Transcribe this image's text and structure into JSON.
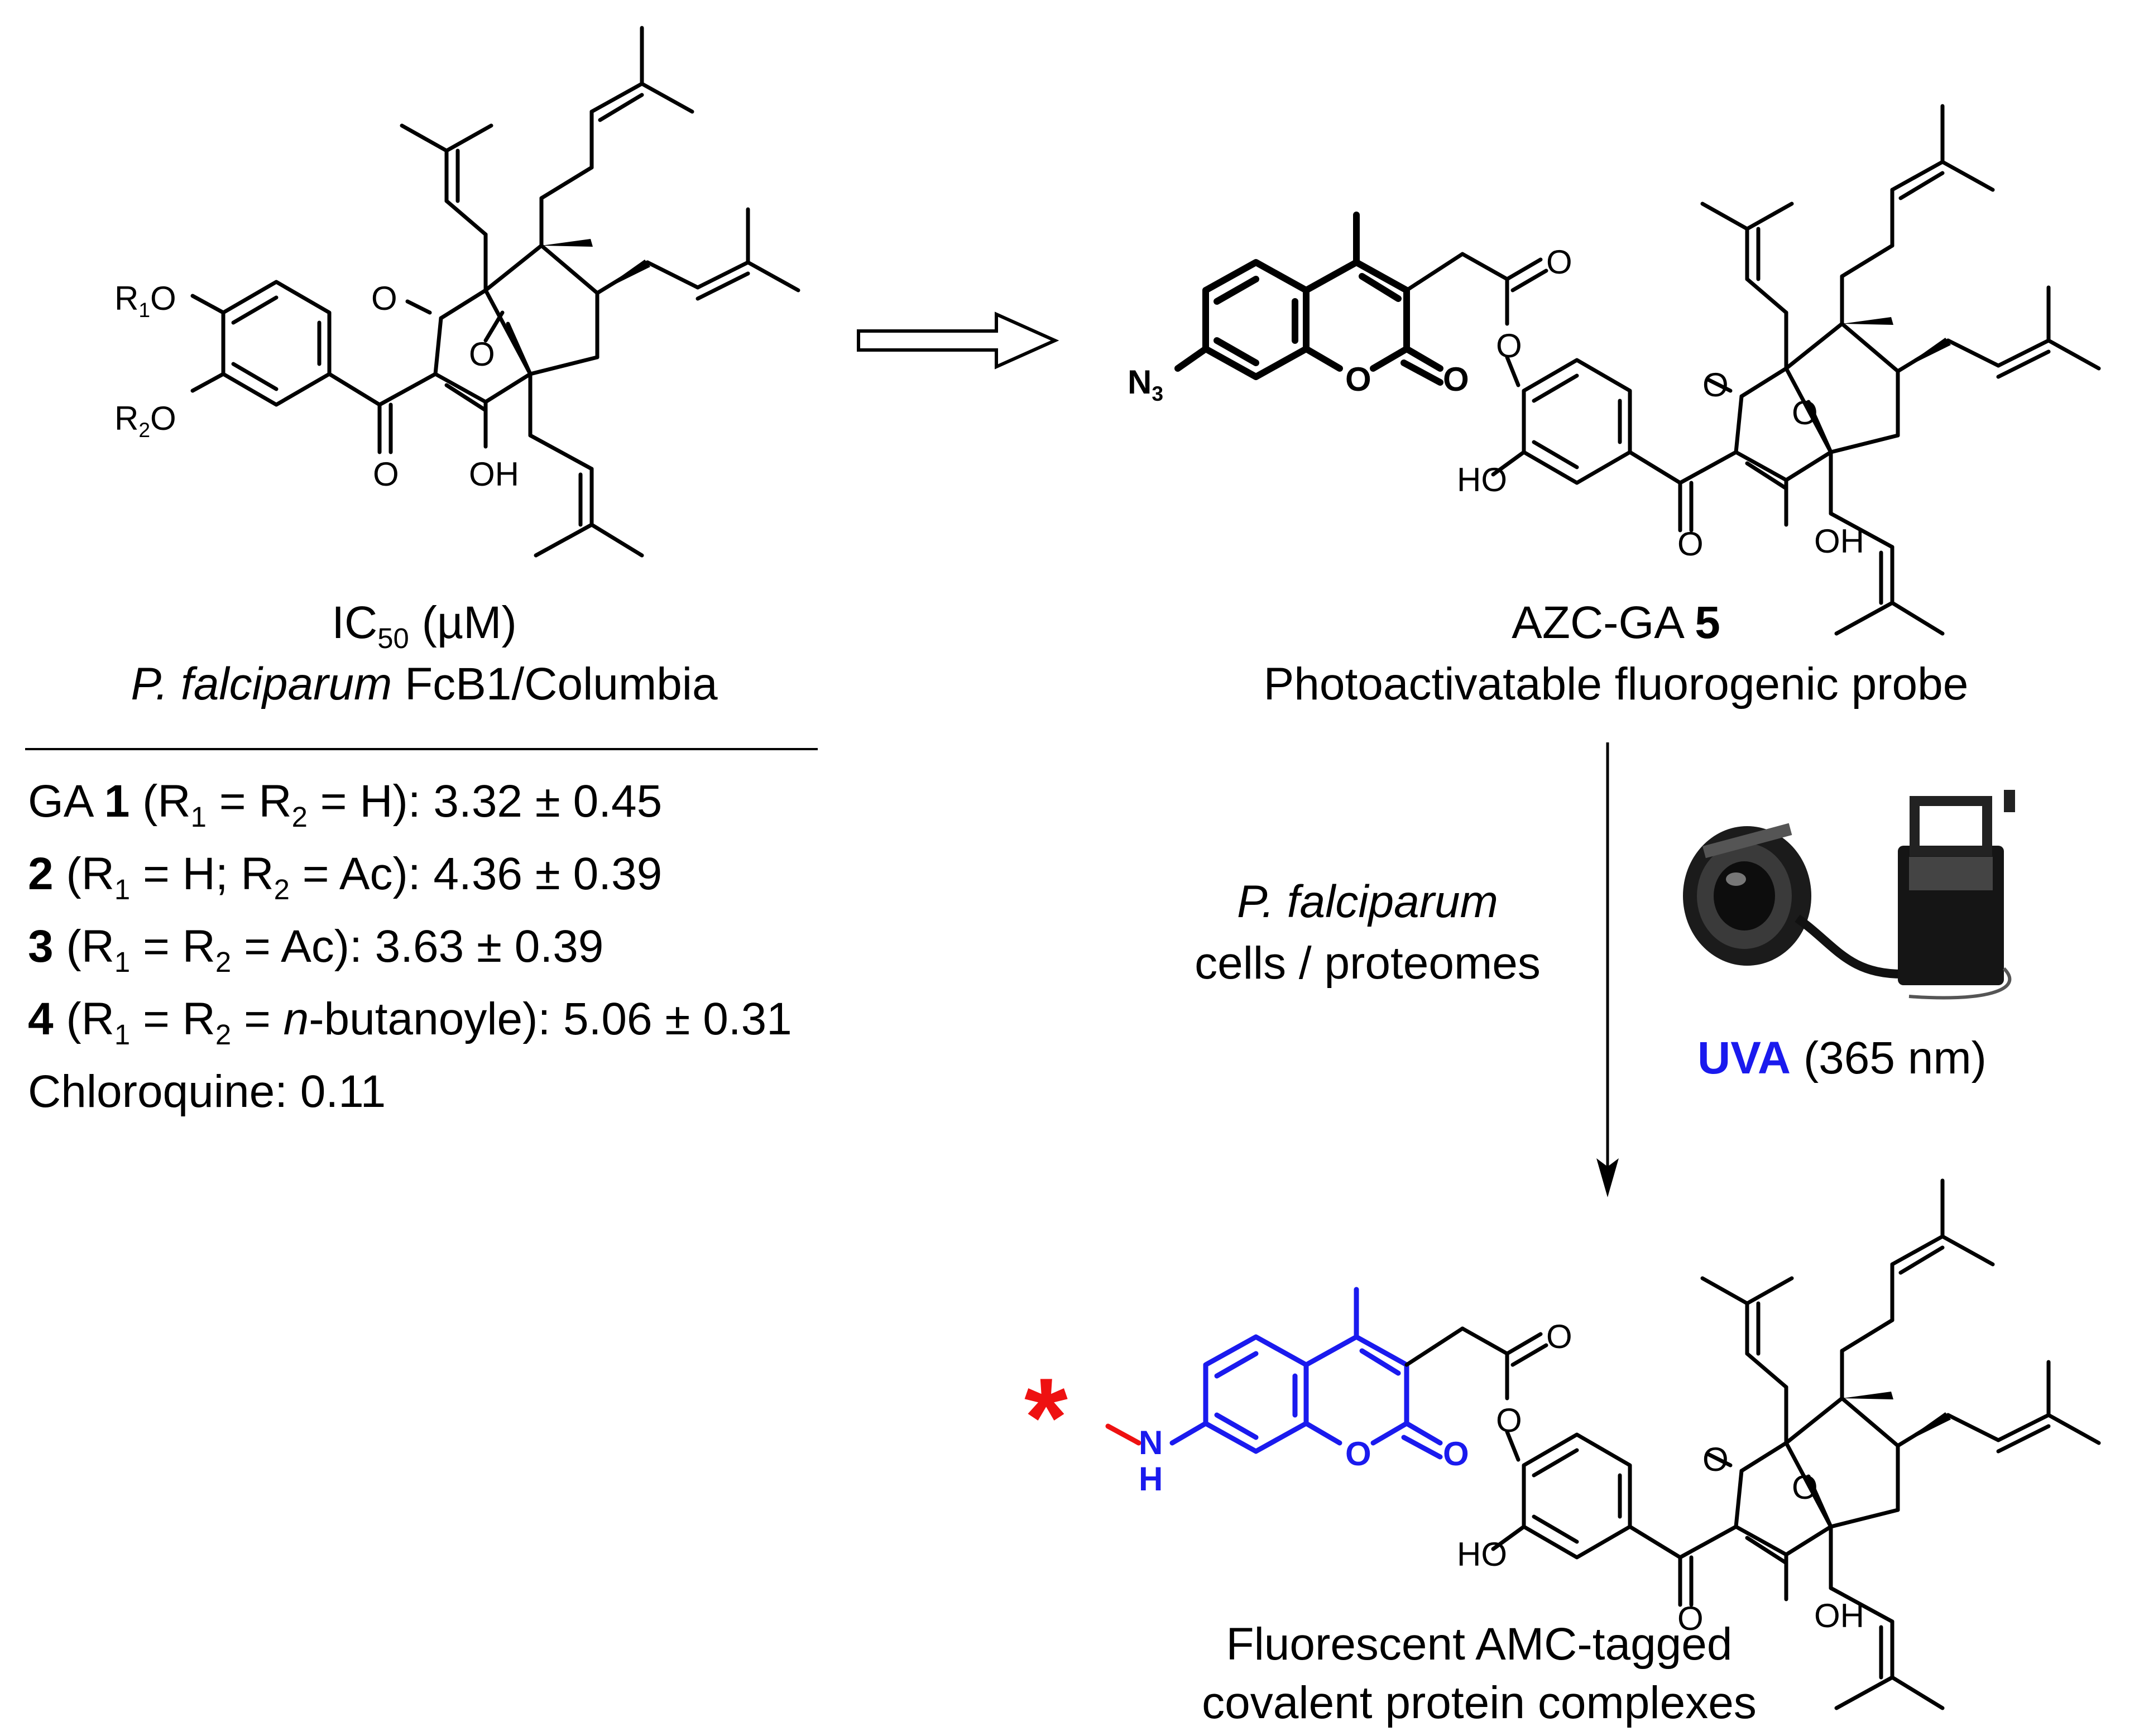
{
  "left_compound": {
    "substituent_labels": {
      "r1o": [
        "R",
        "1",
        "O"
      ],
      "r2o": [
        "R",
        "2",
        "O"
      ],
      "o1": "O",
      "o2": "O",
      "o3": "O",
      "oh": "OH"
    },
    "ic50_label": [
      "IC",
      "50",
      " (µM)"
    ],
    "strain_italic": "P.  falciparum",
    "strain_rest": " FcB1/Columbia"
  },
  "table_rows": [
    {
      "prefix": "GA ",
      "num": "1",
      "parts": [
        " (R",
        "1",
        " = R",
        "2",
        " = H): 3.32 ± 0.45"
      ]
    },
    {
      "prefix": "",
      "num": "2",
      "parts": [
        " (R",
        "1",
        " = H; R",
        "2",
        " = Ac): 4.36 ± 0.39"
      ]
    },
    {
      "prefix": "",
      "num": "3",
      "parts": [
        " (R",
        "1",
        " = R",
        "2",
        " = Ac): 3.63 ± 0.39"
      ]
    },
    {
      "prefix": "",
      "num": "4",
      "parts": [
        " (R",
        "1",
        " = R",
        "2",
        " = ",
        "n",
        "-butanoyle): 5.06 ± 0.31"
      ]
    },
    {
      "prefix": "",
      "num": "",
      "parts": [
        "Chloroquine: 0.11"
      ]
    }
  ],
  "probe": {
    "atoms": {
      "n3": [
        "N",
        "3"
      ],
      "o_ring": "O",
      "o_co": "O",
      "o_ester_co": "O",
      "o_ester": "O",
      "ho": "HO",
      "o_k1": "O",
      "o_k2": "O",
      "o_k3": "O",
      "oh": "OH"
    },
    "name_prefix": "AZC-GA ",
    "name_num": "5",
    "description": "Photoactivatable fluorogenic probe"
  },
  "conditions": {
    "italic": "P.  falciparum",
    "line2": "cells / proteomes",
    "uva_bold": "UVA",
    "uva_rest": " (365 nm)"
  },
  "product": {
    "atoms": {
      "nh_n": "N",
      "nh_h": "H",
      "o_ring": "O",
      "o_co": "O",
      "o_ester_co": "O",
      "o_ester": "O",
      "ho": "HO",
      "o_k1": "O",
      "o_k2": "O",
      "o_k3": "O",
      "oh": "OH",
      "star": "*"
    },
    "caption_line1": "Fluorescent AMC-tagged",
    "caption_line2": "covalent protein complexes"
  },
  "colors": {
    "amc_blue": "#1a1aee",
    "tag_red": "#ee1111",
    "ink": "#000000"
  },
  "icons": {
    "uv_lamp": "uv-lamp-photo-icon",
    "reaction_arrow": "open-arrow-icon",
    "down_arrow": "down-arrow-icon"
  }
}
